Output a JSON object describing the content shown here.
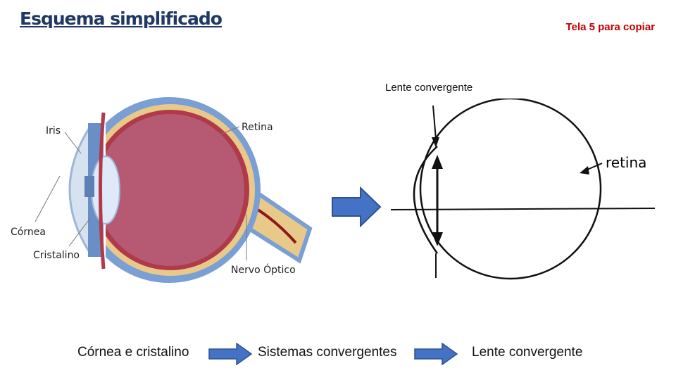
{
  "header": {
    "title": "Esquema simplificado",
    "subtitle": "Tela 5 para copiar"
  },
  "lens_caption": "Lente convergente",
  "eye_labels": {
    "iris": "Iris",
    "retina": "Retina",
    "cornea": "Córnea",
    "cristalino": "Cristalino",
    "nervo": "Nervo Óptico"
  },
  "schematic": {
    "retina_label": "retina"
  },
  "flow": {
    "step1": "Córnea e cristalino",
    "step2": "Sistemas convergentes",
    "step3": "Lente convergente"
  },
  "colors": {
    "arrow": "#4472c4",
    "title": "#1f3864",
    "subtitle": "#c00000"
  }
}
